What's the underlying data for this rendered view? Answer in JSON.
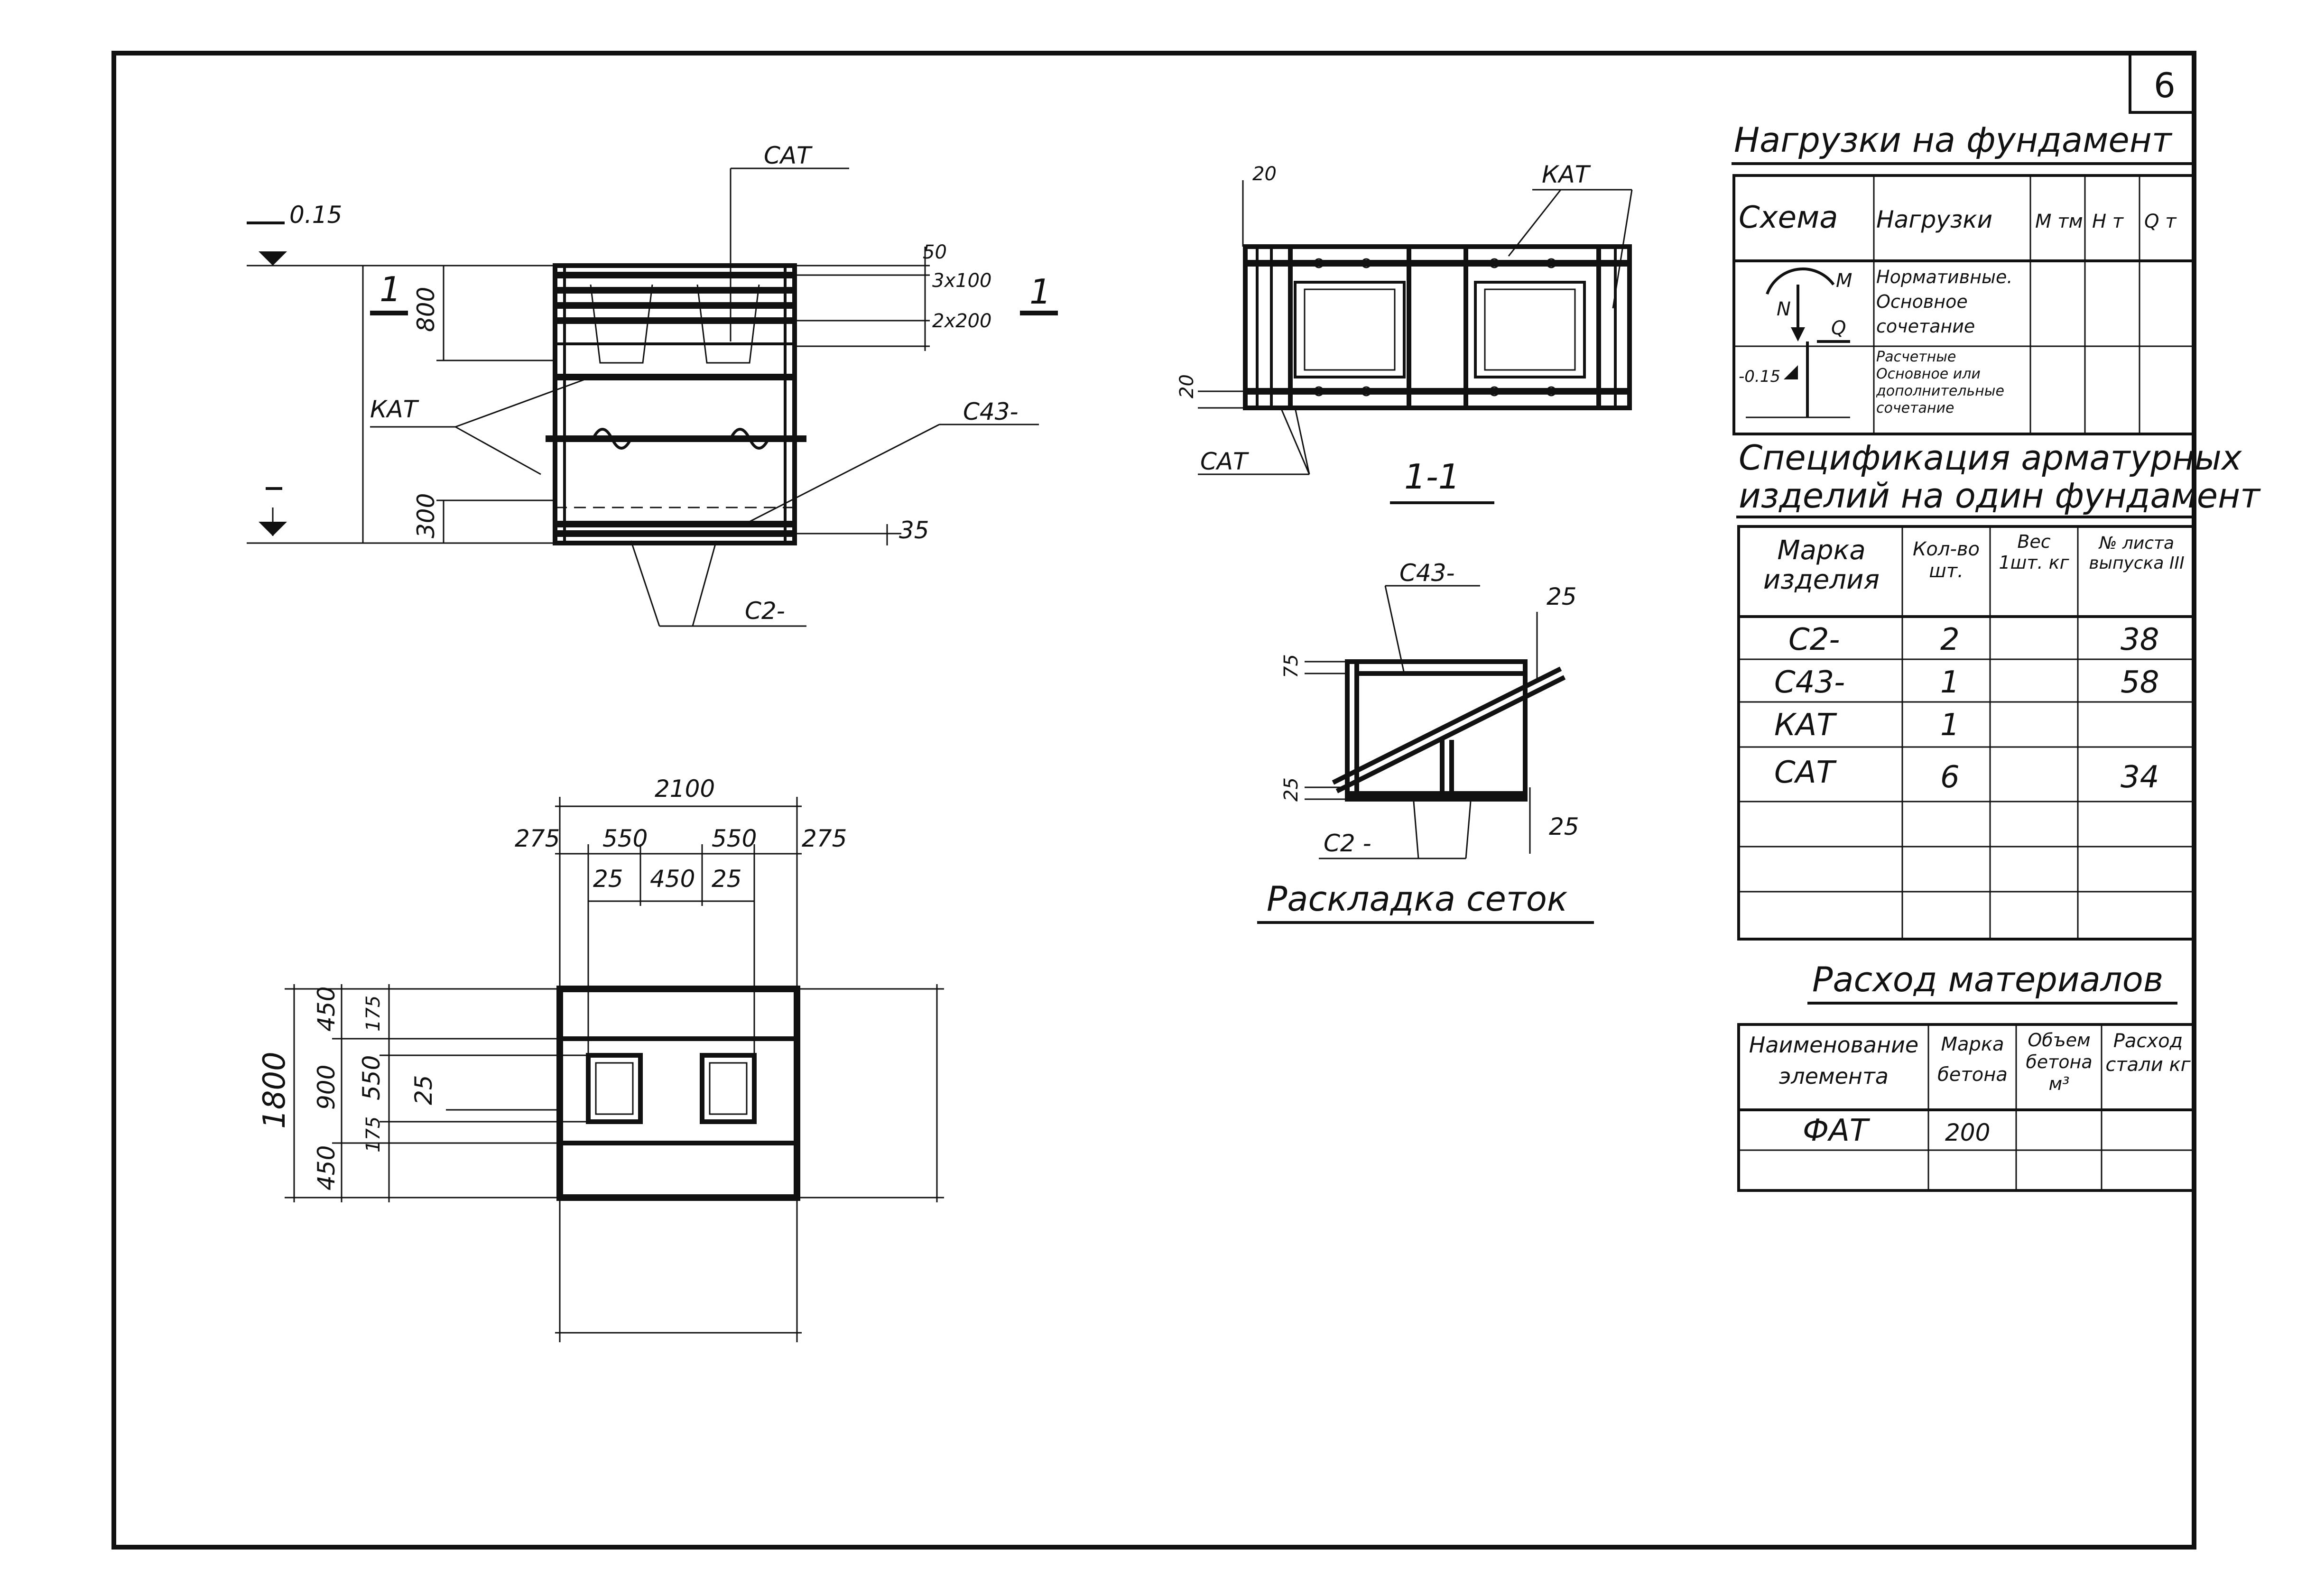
{
  "sheet_number": "6",
  "drawing": {
    "elevation_top": "0.15",
    "section_mark": "1",
    "dims_top": [
      "50",
      "3x100",
      "2x200"
    ],
    "dim_800": "800",
    "dim_300": "300",
    "dim_35": "35",
    "label_sat": "САТ",
    "label_kat": "КАТ",
    "label_c43": "С43-",
    "label_c2": "С2-",
    "section_title": "1-1",
    "sec_dim_20a": "20",
    "sec_dim_20b": "20",
    "plan_dims": {
      "total": "2100",
      "d275a": "275",
      "d550a": "550",
      "d550b": "550",
      "d275b": "275",
      "d25a": "25",
      "d450": "450",
      "d25b": "25",
      "d1800": "1800",
      "d450a": "450",
      "d900": "900",
      "d450b": "450",
      "d175a": "175",
      "d550v": "550",
      "d175b": "175",
      "d25v": "25"
    },
    "mesh_dims": {
      "d25a": "25",
      "d75": "75",
      "d25b": "25",
      "d25c": "25"
    },
    "mesh_label_c43": "С43-",
    "mesh_label_c2": "С2 -",
    "mesh_title": "Раскладка сеток"
  },
  "loads": {
    "title": "Нагрузки на фундамент",
    "headers": [
      "Схема",
      "Нагрузки",
      "M тм",
      "Н т",
      "Q т"
    ],
    "row1": "Нормативные. Основное сочетание",
    "row2": "Расчетные Основное или дополнительные сочетание",
    "scheme_labels": {
      "m": "M",
      "n": "N",
      "q": "Q",
      "elev": "-0.15"
    }
  },
  "spec": {
    "title_line1": "Спецификация арматурных",
    "title_line2": "изделий на один фундамент",
    "headers": [
      "Марка изделия",
      "Кол-во шт.",
      "Вес 1шт. кг",
      "№ листа выпуска III"
    ],
    "rows": [
      {
        "mark": "С2-",
        "qty": "2",
        "weight": "",
        "sheet": "38"
      },
      {
        "mark": "С43-",
        "qty": "1",
        "weight": "",
        "sheet": "58"
      },
      {
        "mark": "КАТ",
        "qty": "1",
        "weight": "",
        "sheet": ""
      },
      {
        "mark": "САТ",
        "qty": "6",
        "weight": "",
        "sheet": "34"
      }
    ]
  },
  "materials": {
    "title": "Расход материалов",
    "headers": [
      "Наименование элемента",
      "Марка бетона",
      "Объем бетона м³",
      "Расход стали кг"
    ],
    "rows": [
      {
        "name": "ФАТ",
        "grade": "200",
        "volume": "",
        "steel": ""
      }
    ]
  }
}
